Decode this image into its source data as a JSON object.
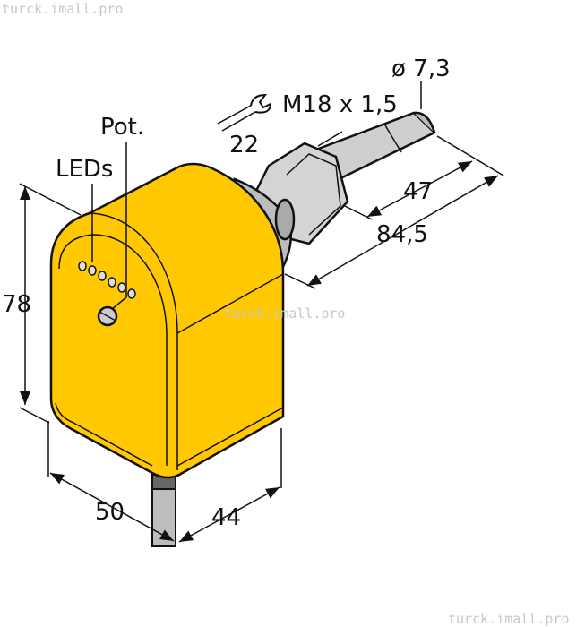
{
  "watermark": "turck.imall.pro",
  "labels": {
    "leds": "LEDs",
    "pot": "Pot.",
    "thread": "M18 x 1,5",
    "wrench_size": "22",
    "diameter": "ø 7,3"
  },
  "dimensions": {
    "height": "78",
    "width": "50",
    "depth": "44",
    "total_length": "84,5",
    "probe_length": "47"
  },
  "colors": {
    "housing": "#FFC800",
    "metal": "#CFCFCF",
    "cable": "#BDBDBD"
  },
  "icons": [
    "wrench-icon"
  ]
}
